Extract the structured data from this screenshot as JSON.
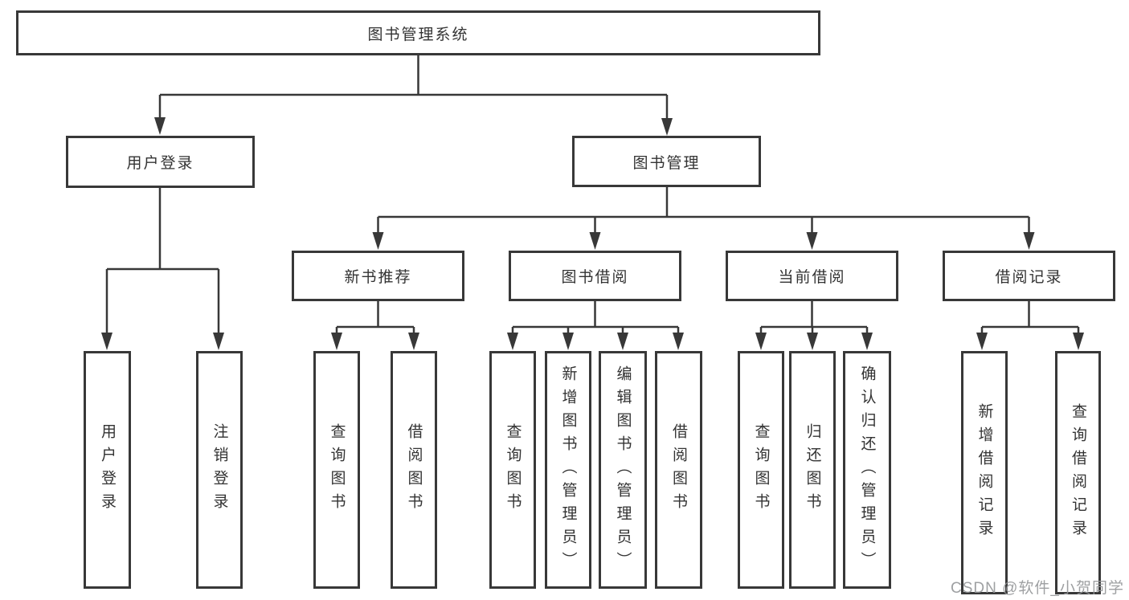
{
  "tree": {
    "root": {
      "label": "图书管理系统"
    },
    "branches": [
      {
        "label": "用户登录",
        "children": [
          {
            "label": "用户登录"
          },
          {
            "label": "注销登录"
          }
        ]
      },
      {
        "label": "图书管理",
        "children": [
          {
            "label": "新书推荐",
            "children": [
              {
                "label": "查询图书"
              },
              {
                "label": "借阅图书"
              }
            ]
          },
          {
            "label": "图书借阅",
            "children": [
              {
                "label": "查询图书"
              },
              {
                "label": "新增图书（管理员）"
              },
              {
                "label": "编辑图书（管理员）"
              },
              {
                "label": "借阅图书"
              }
            ]
          },
          {
            "label": "当前借阅",
            "children": [
              {
                "label": "查询图书"
              },
              {
                "label": "归还图书"
              },
              {
                "label": "确认归还（管理员）"
              }
            ]
          },
          {
            "label": "借阅记录",
            "children": [
              {
                "label": "新增借阅记录"
              },
              {
                "label": "查询借阅记录"
              }
            ]
          }
        ]
      }
    ]
  },
  "watermark": {
    "text": "CSDN @软件_小贺同学"
  },
  "colors": {
    "line": "#383838",
    "text": "#333333",
    "background": "#ffffff",
    "watermark": "#949698"
  }
}
